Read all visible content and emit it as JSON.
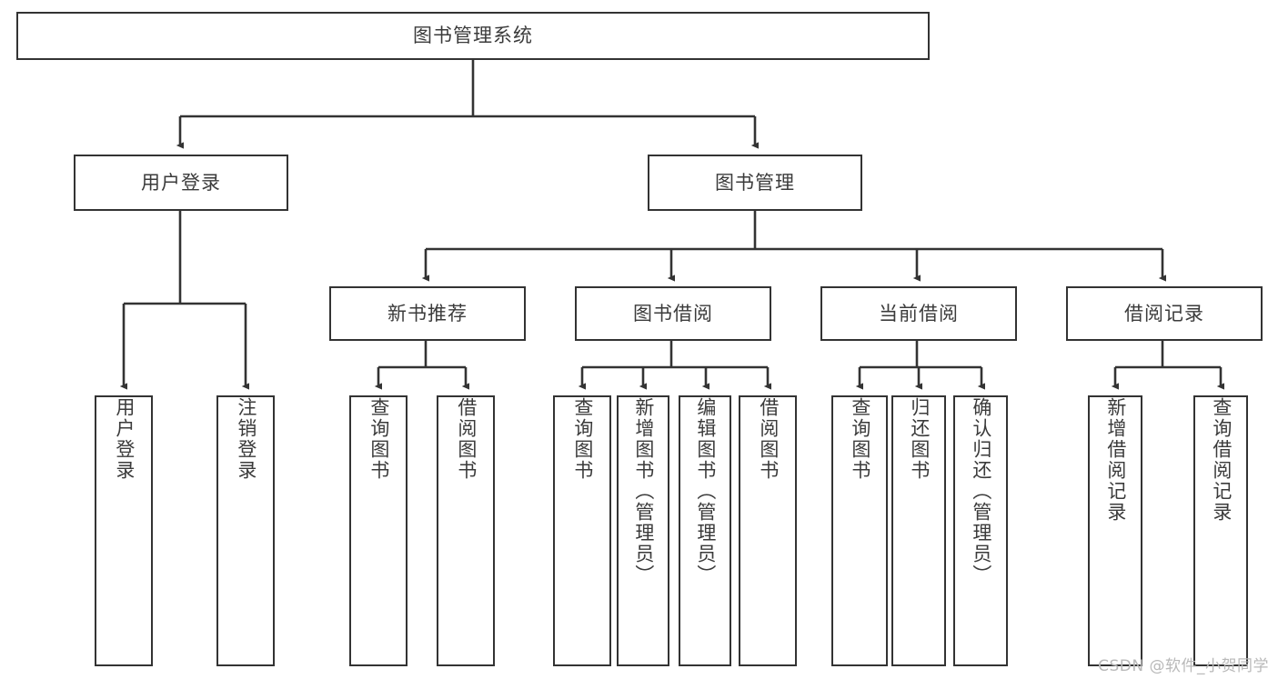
{
  "diagram": {
    "type": "tree-hierarchy",
    "title": "图书管理系统",
    "watermark": "CSDN @软件_小贺同学",
    "colors": {
      "box_border": "#333333",
      "box_fill": "#ffffff",
      "text": "#3b3b3b",
      "connector": "#333333",
      "watermark": "#b9b9b9",
      "background": "#ffffff"
    },
    "nodes": {
      "root": {
        "label": "图书管理系统"
      },
      "level2": [
        {
          "label": "用户登录"
        },
        {
          "label": "图书管理"
        }
      ],
      "level3": [
        {
          "label": "新书推荐"
        },
        {
          "label": "图书借阅"
        },
        {
          "label": "当前借阅"
        },
        {
          "label": "借阅记录"
        }
      ],
      "leaves": {
        "user_login": [
          {
            "label": "用户登录"
          },
          {
            "label": "注销登录"
          }
        ],
        "new_book_recommend": [
          {
            "label": "查询图书"
          },
          {
            "label": "借阅图书"
          }
        ],
        "book_borrow": [
          {
            "label": "查询图书"
          },
          {
            "label": "新增图书（管理员）"
          },
          {
            "label": "编辑图书（管理员）"
          },
          {
            "label": "借阅图书"
          }
        ],
        "current_borrow": [
          {
            "label": "查询图书"
          },
          {
            "label": "归还图书"
          },
          {
            "label": "确认归还（管理员）"
          }
        ],
        "borrow_records": [
          {
            "label": "新增借阅记录"
          },
          {
            "label": "查询借阅记录"
          }
        ]
      }
    }
  }
}
